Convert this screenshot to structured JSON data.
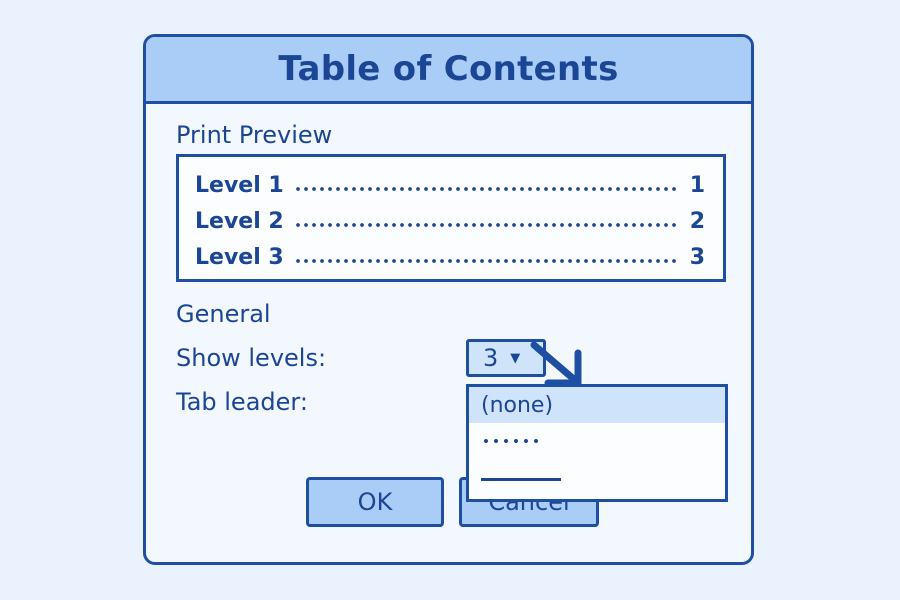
{
  "dialog": {
    "title": "Table of Contents",
    "print_preview_label": "Print Preview",
    "preview": [
      {
        "label": "Level 1",
        "page": "1"
      },
      {
        "label": "Level 2",
        "page": "2"
      },
      {
        "label": "Level 3",
        "page": "3"
      }
    ],
    "general_label": "General",
    "show_levels_label": "Show levels:",
    "show_levels_value": "3",
    "tab_leader_label": "Tab leader:",
    "tab_leader_options": [
      {
        "label": "(none)",
        "selected": true
      },
      {
        "label": "dots",
        "selected": false
      },
      {
        "label": "line",
        "selected": false
      }
    ],
    "ok_label": "OK",
    "cancel_label": "Cancel"
  },
  "icons": {
    "select_caret": "caret-down-icon",
    "pointer": "arrow-pointer-icon"
  },
  "colors": {
    "accent": "#1e4fa3",
    "titlebar": "#a9cdf7",
    "selected": "#cfe3fb",
    "background": "#eaf2fd"
  }
}
